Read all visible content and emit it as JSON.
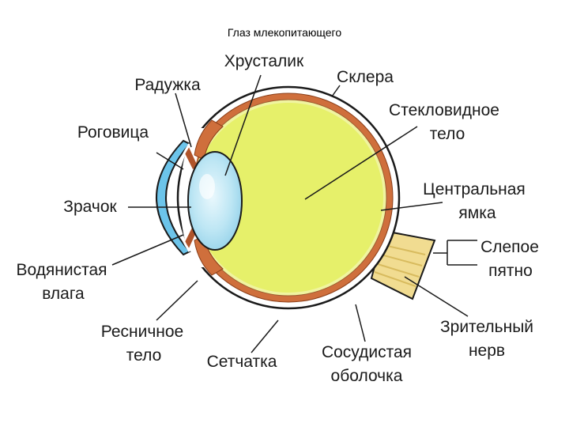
{
  "diagram": {
    "title": "Глаз млекопитающего",
    "labels": {
      "lens": "Хрусталик",
      "iris": "Радужка",
      "sclera": "Склера",
      "cornea": "Роговица",
      "vitreous_1": "Стекловидное",
      "vitreous_2": "тело",
      "fovea_1": "Центральная",
      "fovea_2": "ямка",
      "pupil": "Зрачок",
      "blind_spot_1": "Слепое",
      "blind_spot_2": "пятно",
      "aqueous_1": "Водянистая",
      "aqueous_2": "влага",
      "ciliary_1": "Ресничное",
      "ciliary_2": "тело",
      "retina": "Сетчатка",
      "choroid_1": "Сосудистая",
      "choroid_2": "оболочка",
      "optic_nerve_1": "Зрительный",
      "optic_nerve_2": "нерв"
    },
    "colors": {
      "vitreous": "#e6f06a",
      "choroid": "#cf6f3c",
      "sclera": "#ffffff",
      "lens": "#a8dcef",
      "cornea": "#6cc4ea",
      "optic_nerve": "#f1dc91",
      "outline": "#1a1a1a"
    }
  }
}
